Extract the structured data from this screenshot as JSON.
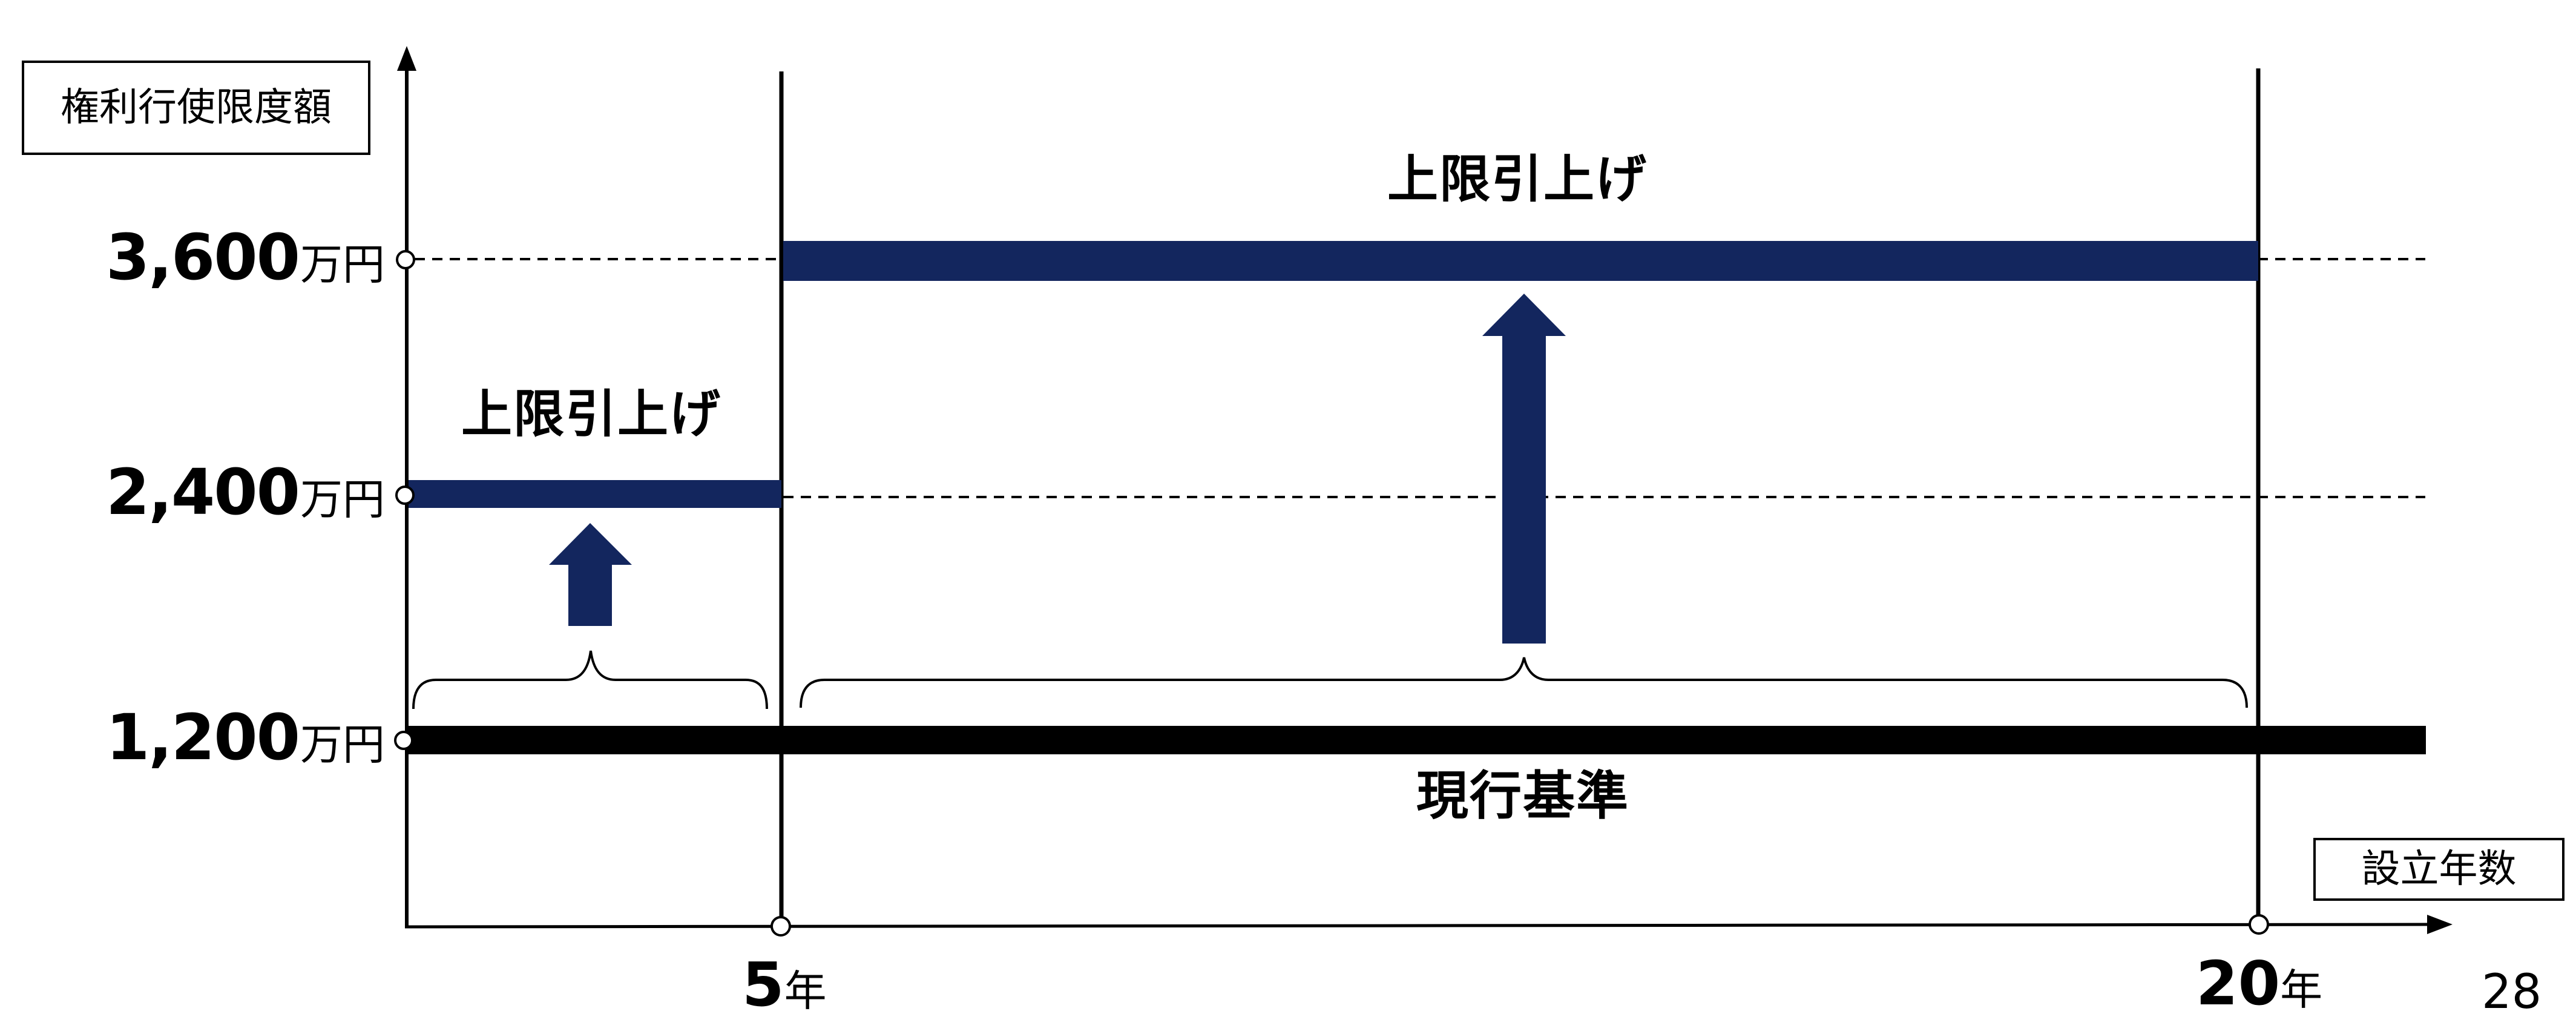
{
  "colors": {
    "accent_navy": "#13265E",
    "current_bar": "#000000",
    "axis": "#000000",
    "background": "#FFFFFF"
  },
  "labels": {
    "y_axis_title": "権利行使限度額",
    "x_axis_title": "設立年数",
    "raise_label_left": "上限引上げ",
    "raise_label_right": "上限引上げ",
    "current_standard": "現行基準",
    "page_number": "28"
  },
  "y_ticks": [
    {
      "value": "3,600",
      "unit": "万円"
    },
    {
      "value": "2,400",
      "unit": "万円"
    },
    {
      "value": "1,200",
      "unit": "万円"
    }
  ],
  "x_ticks": [
    {
      "value": "5",
      "unit": "年"
    },
    {
      "value": "20",
      "unit": "年"
    }
  ],
  "chart_data": {
    "type": "step",
    "title": "",
    "ylabel": "権利行使限度額",
    "xlabel": "設立年数",
    "y_ticks": [
      "1,200万円",
      "2,400万円",
      "3,600万円"
    ],
    "x_ticks": [
      "5年",
      "20年"
    ],
    "series": [
      {
        "name": "現行基準",
        "color": "#000000",
        "segments": [
          {
            "x_from": 0,
            "x_to": "beyond 20",
            "y": 1200
          }
        ]
      },
      {
        "name": "上限引上げ",
        "color": "#13265E",
        "segments": [
          {
            "x_from": 0,
            "x_to": 5,
            "y": 2400
          },
          {
            "x_from": 5,
            "x_to": 20,
            "y": 3600
          }
        ]
      }
    ],
    "annotations": [
      {
        "text": "上限引上げ",
        "range": "0-5年",
        "from": 1200,
        "to": 2400
      },
      {
        "text": "上限引上げ",
        "range": "5-20年",
        "from": 1200,
        "to": 3600
      },
      {
        "text": "現行基準",
        "position": "below 1,200万円 line"
      }
    ],
    "units": {
      "y": "万円",
      "x": "年"
    }
  }
}
